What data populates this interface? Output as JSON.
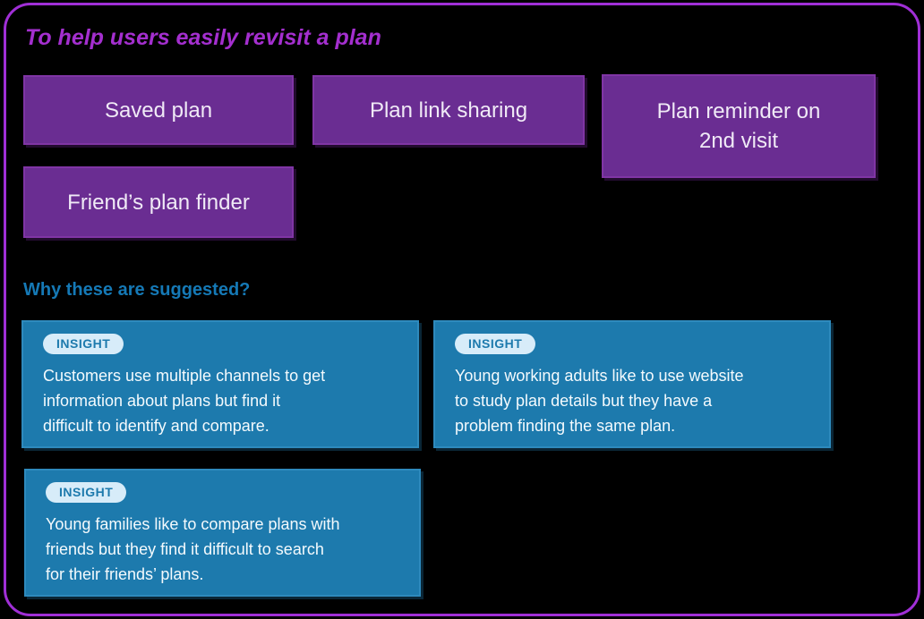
{
  "canvas": {
    "background_color": "#000000",
    "frame_border_color": "#a02fd6"
  },
  "header": {
    "title": "To help users easily revisit a plan",
    "title_color": "#a42fcf"
  },
  "plans": {
    "box_fill_color": "#6a2d92",
    "box_border_color": "#8035a5",
    "box_text_color": "#f0eaf6",
    "items": [
      {
        "label": "Saved plan"
      },
      {
        "label": "Plan link sharing"
      },
      {
        "label": "Plan reminder on\n2nd visit"
      },
      {
        "label": "Friend’s plan finder"
      }
    ]
  },
  "insights": {
    "heading": "Why these are suggested?",
    "heading_color": "#1579b6",
    "card_fill_color": "#1d7aad",
    "badge_bg_color": "#d7ecf9",
    "badge_text_color": "#1d7aad",
    "badge_label": "INSIGHT",
    "cards": [
      {
        "text": "Customers use multiple channels to get\ninformation about plans but find it\ndifficult to identify and compare."
      },
      {
        "text": "Young working adults like to use website\nto study plan details but they have a\nproblem finding the same plan."
      },
      {
        "text": "Young families like to compare plans with\nfriends but they find it difficult to search\nfor their friends’ plans."
      }
    ]
  }
}
